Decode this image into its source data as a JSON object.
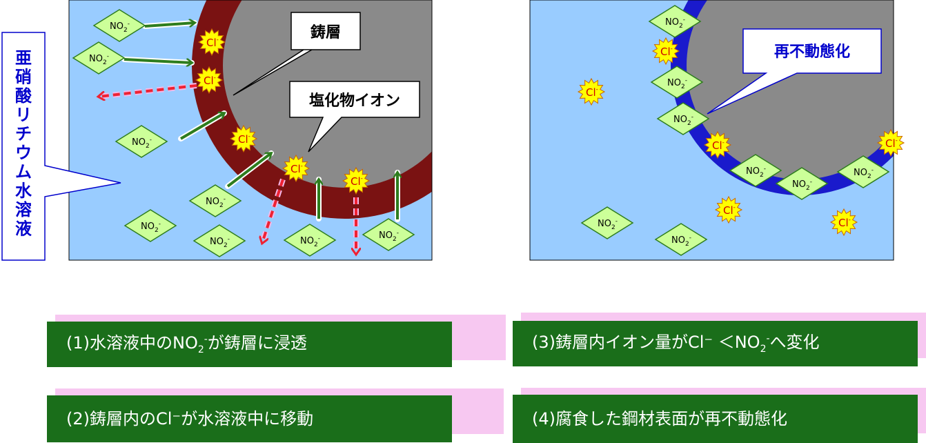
{
  "solution_label": "亜硝酸リチウム水溶液",
  "callouts": {
    "rust": "鋳層",
    "chloride": "塩化物イオン",
    "repassivation": "再不動態化"
  },
  "ion_labels": {
    "nitrite_base": "NO",
    "nitrite_sub": "2",
    "nitrite_sup": "-",
    "chloride_base": "Cl",
    "chloride_sup": "-"
  },
  "captions": {
    "c1_pre": "(1)水溶液中のNO",
    "c1_sub": "2",
    "c1_sup": "-",
    "c1_post": "が鋳層に浸透",
    "c2": "(2)鋳層内のCl⁻が水溶液中に移動",
    "c3_pre": "(3)鋳層内イオン量がCl⁻ ＜NO",
    "c3_sub": "2",
    "c3_sup": "-",
    "c3_post": "へ変化",
    "c4": "(4)腐食した鋼材表面が再不動態化"
  },
  "colors": {
    "water": "#99ccff",
    "steel": "#8a8a8a",
    "rust": "#7a1212",
    "passive_film": "#1a1acc",
    "nitrite": "#ccff99",
    "chloride": "#ffff00",
    "chloride_text": "#cc0000",
    "inflow_arrow": "#2e7d1e",
    "outflow_arrow": "#ee2233",
    "caption_bg": "#1a6e1a",
    "caption_shadow": "#f7c8f1",
    "callout_border_blue": "#0000cc"
  }
}
